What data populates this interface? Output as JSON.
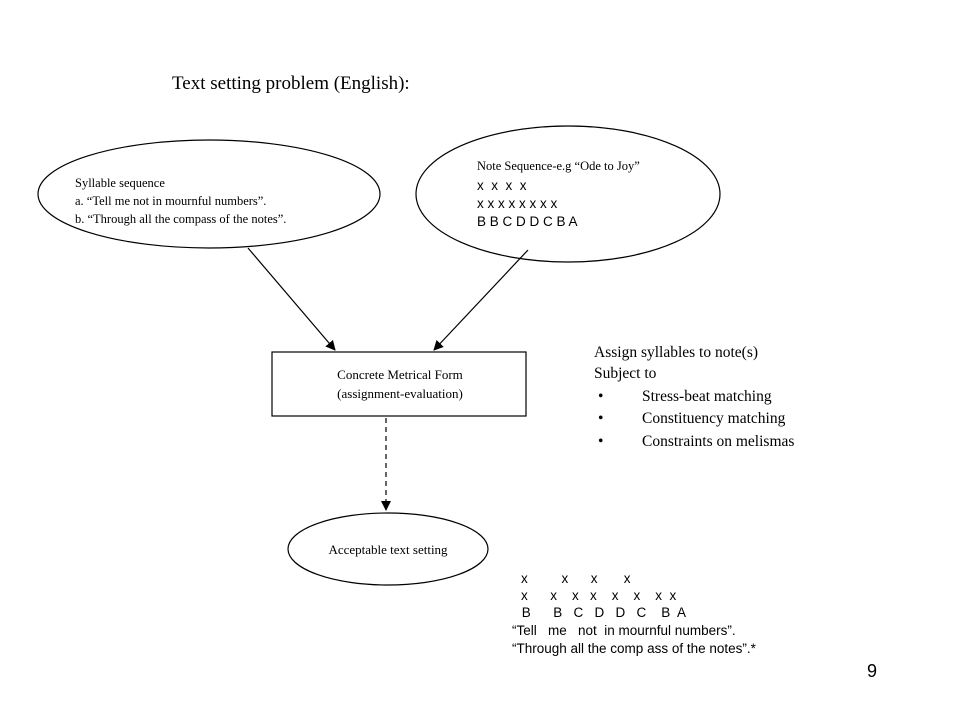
{
  "slide": {
    "title": "Text setting problem (English):",
    "page_number": "9"
  },
  "syllable_node": {
    "heading": "Syllable sequence",
    "line_a": "a. “Tell me not in mournful numbers”.",
    "line_b": "b. “Through all the compass of the notes”."
  },
  "note_node": {
    "heading": "Note Sequence-e.g “Ode to Joy”",
    "row_beats": "x  x  x  x",
    "row_notes_x": "x x x x x x x x",
    "row_letters": "B B C D D C B A"
  },
  "metrical_node": {
    "line1": "Concrete Metrical Form",
    "line2": "(assignment-evaluation)"
  },
  "result_node": {
    "label": "Acceptable text setting"
  },
  "constraints": {
    "intro1": "Assign syllables to note(s)",
    "intro2": "Subject to",
    "bullet_char": "•",
    "items": [
      "Stress-beat matching",
      "Constituency matching",
      "Constraints on melismas"
    ]
  },
  "alignment": {
    "row1": "x         x      x       x",
    "row2": "x      x    x   x    x    x    x  x",
    "row3": " B      B   C   D   D   C    B  A",
    "row4": "“Tell   me   not  in mournful numbers”.",
    "row5": "“Through all the comp ass of the notes”.*"
  }
}
